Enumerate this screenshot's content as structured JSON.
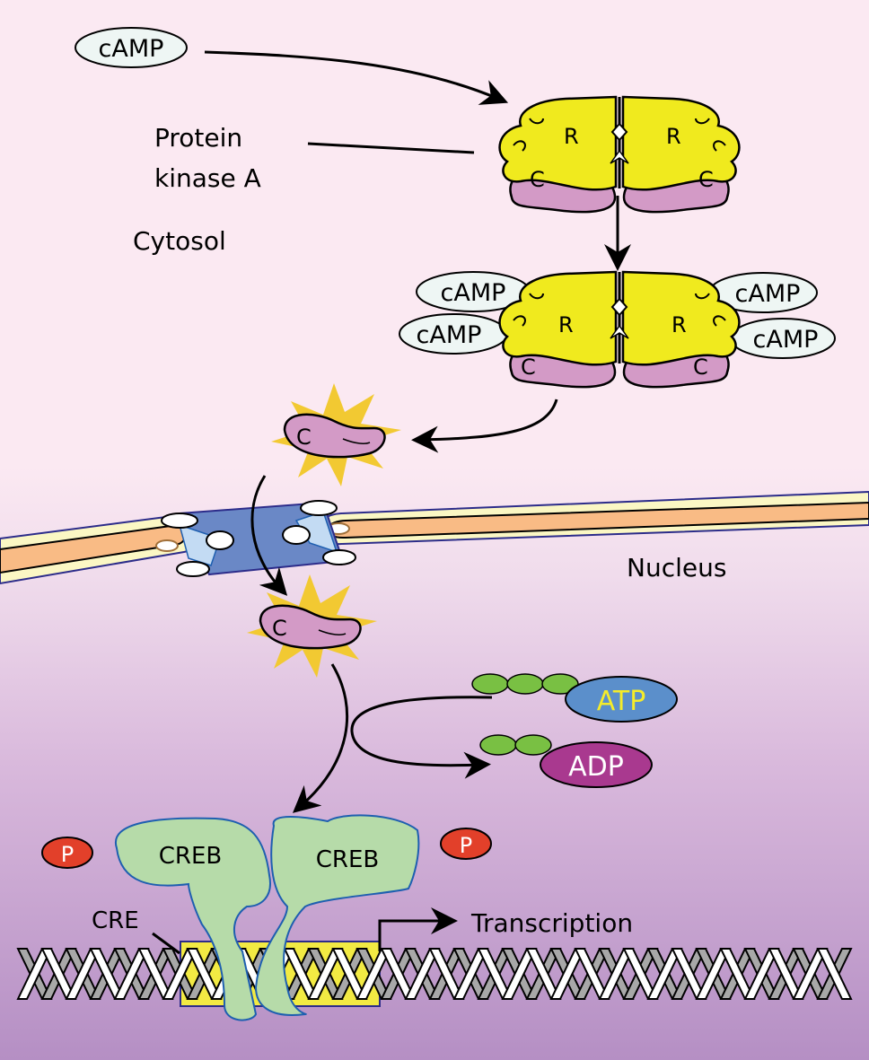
{
  "labels": {
    "camp_top": "cAMP",
    "protein_kinase_a_line1": "Protein",
    "protein_kinase_a_line2": "kinase A",
    "cytosol": "Cytosol",
    "nucleus": "Nucleus",
    "camp_bound": [
      "cAMP",
      "cAMP",
      "cAMP",
      "cAMP"
    ],
    "regulatory": "R",
    "catalytic": "C",
    "atp": "ATP",
    "adp": "ADP",
    "phosphate": "P",
    "creb": "CREB",
    "cre": "CRE",
    "transcription": "Transcription"
  },
  "colors": {
    "regulatory_subunit": "#f0ea1e",
    "catalytic_subunit": "#d39ac6",
    "camp_fill": "#eef6f4",
    "starburst": "#f2c932",
    "nuclear_pore": "#6a88c6",
    "membrane_core": "#f9bb85",
    "membrane_outer": "#fbf7c4",
    "atp": "#5b8fcb",
    "adp": "#a9398f",
    "phosphate_group": "#79c043",
    "phosphate_badge": "#e2402a",
    "creb": "#b6dba9",
    "cre_box": "#f2ea43",
    "dna_strand_a": "#ffffff",
    "dna_strand_b": "#a8a8a8"
  }
}
